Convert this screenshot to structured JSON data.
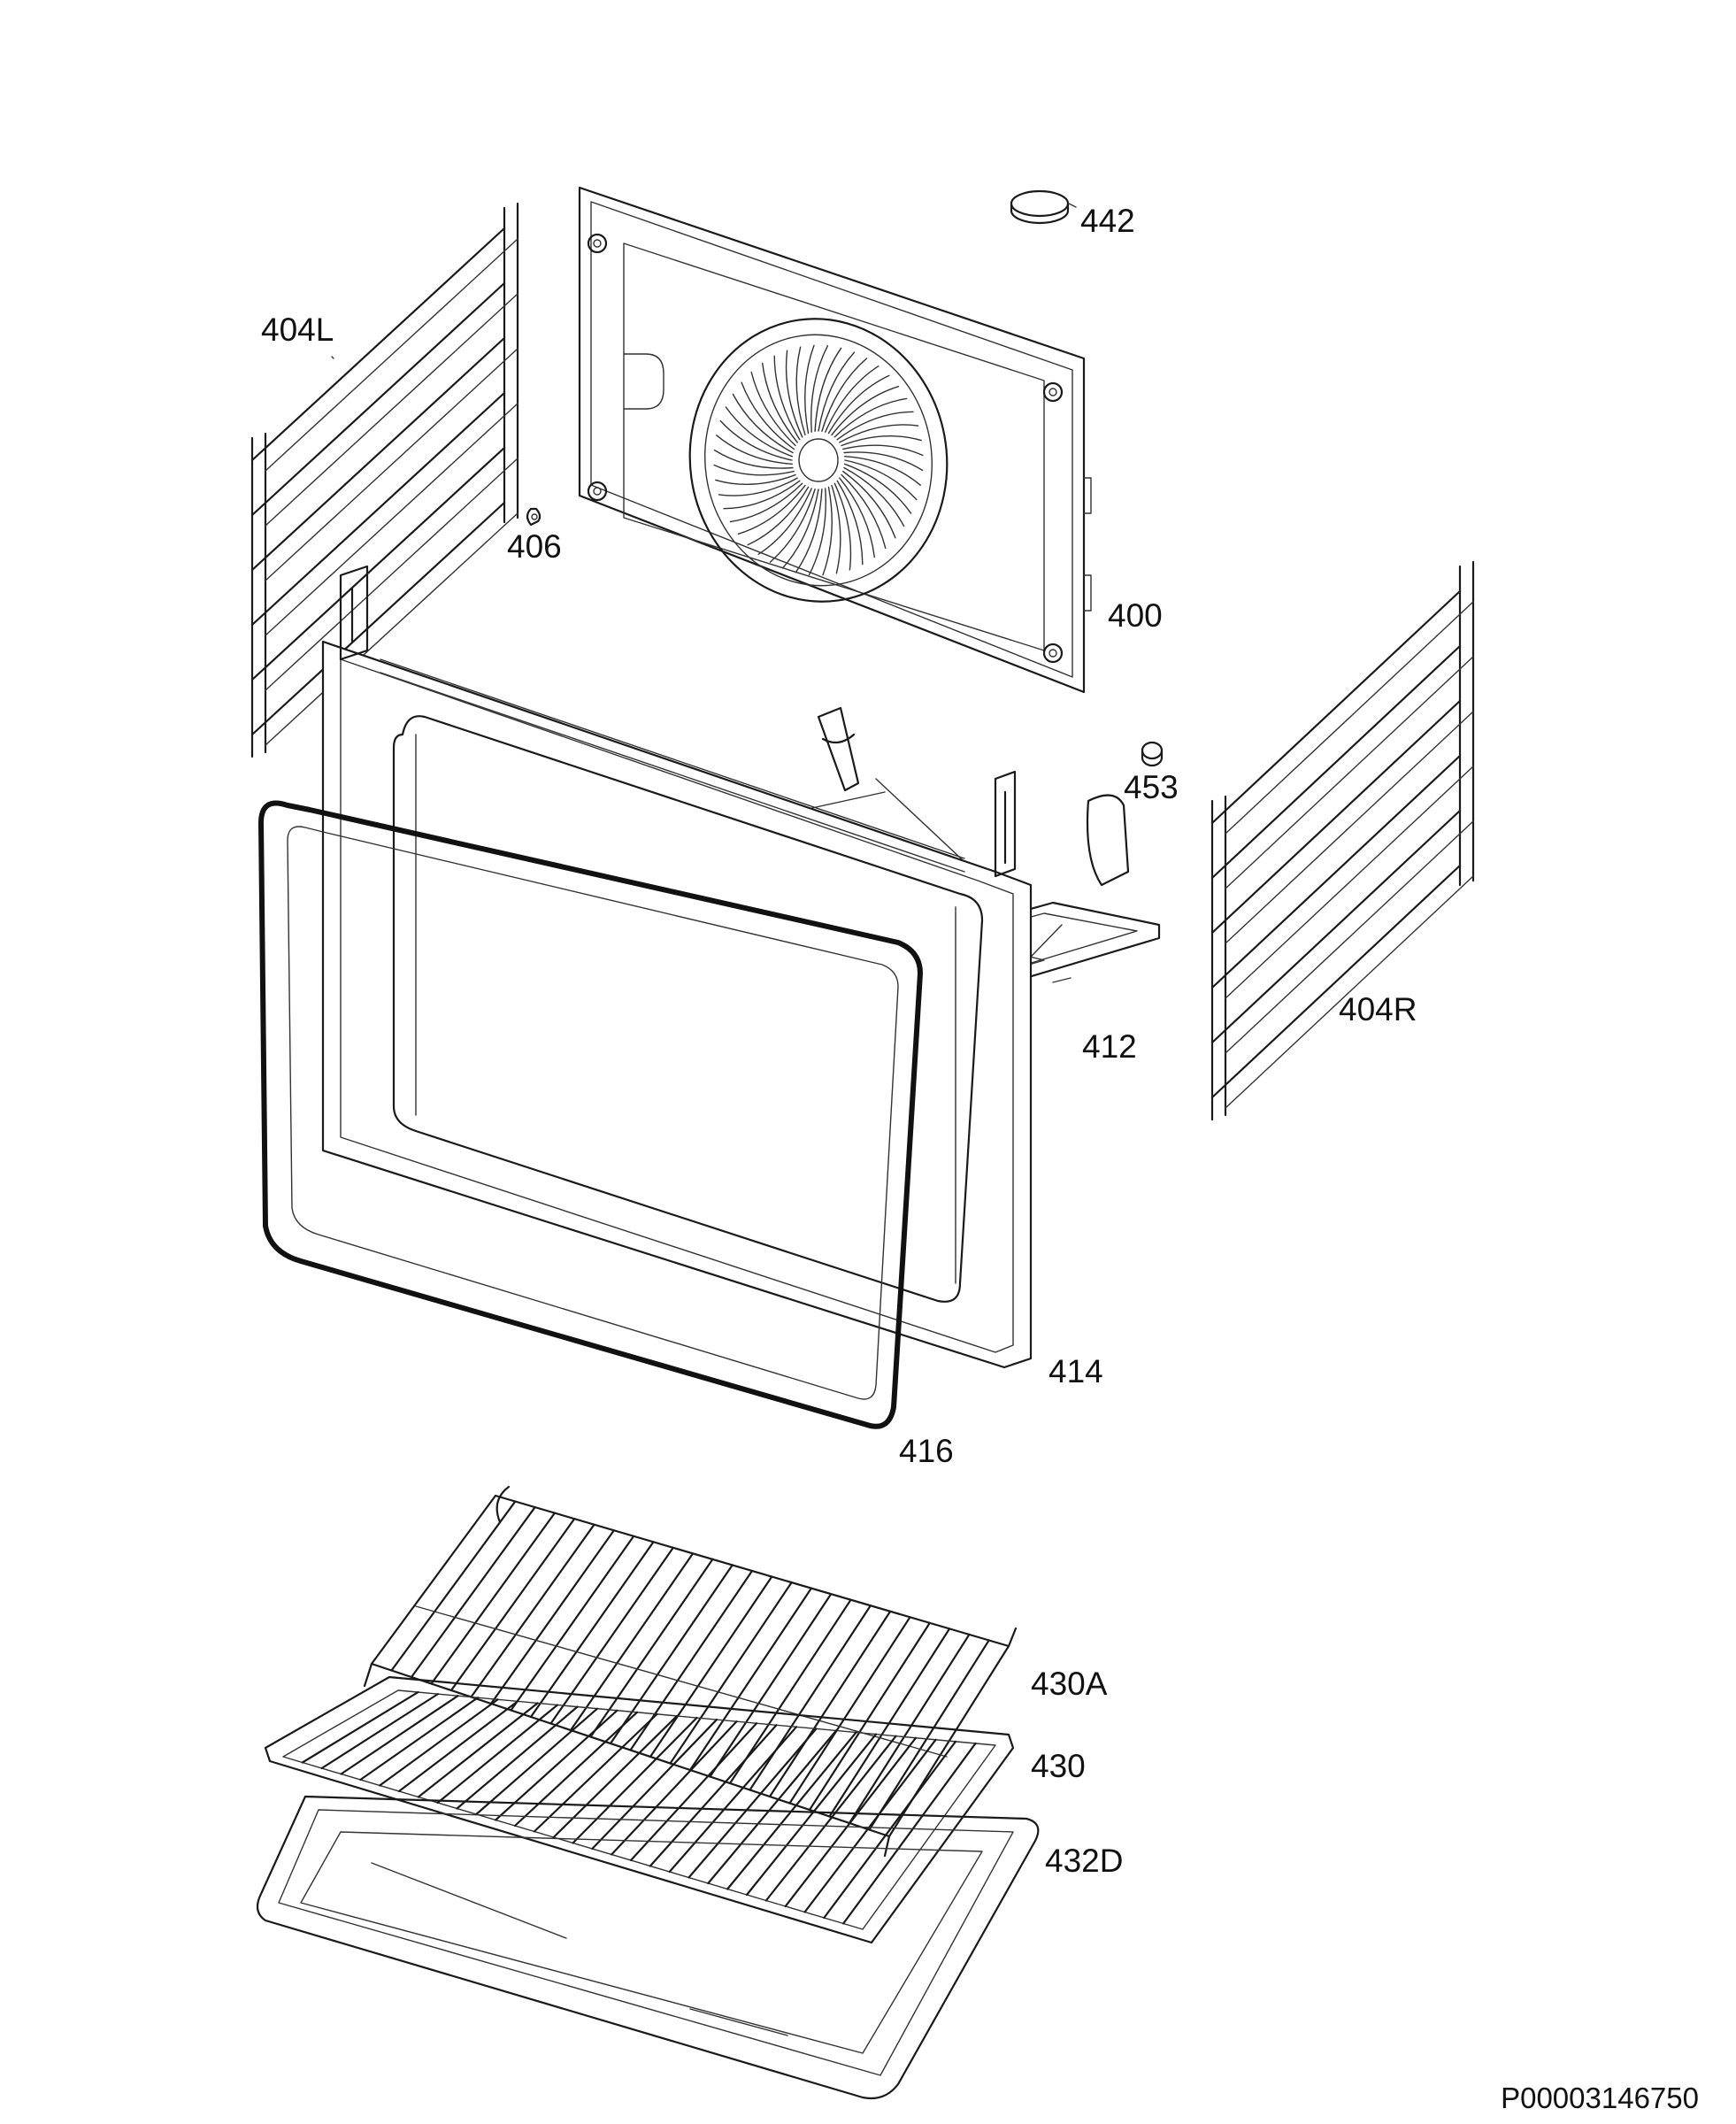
{
  "callouts": {
    "c442": "442",
    "c404L": "404L",
    "c406": "406",
    "c400": "400",
    "c453": "453",
    "c404R": "404R",
    "c412": "412",
    "c414": "414",
    "c416": "416",
    "c430A": "430A",
    "c430": "430",
    "c432D": "432D"
  },
  "document_id": "P00003146750",
  "colors": {
    "line": "#1a1a1a",
    "background": "#ffffff"
  }
}
